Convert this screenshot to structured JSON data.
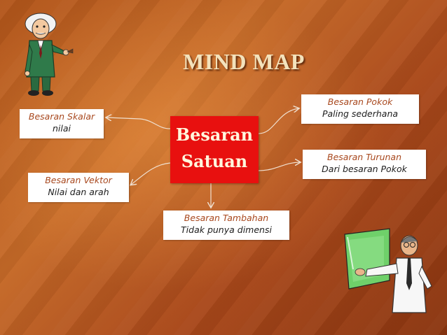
{
  "title": "MIND MAP",
  "center": {
    "line1": "Besaran",
    "line2": "Satuan"
  },
  "nodes": {
    "skalar": {
      "heading": "Besaran Skalar",
      "detail": "nilai"
    },
    "vektor": {
      "heading": "Besaran Vektor",
      "detail": "Nilai dan arah"
    },
    "pokok": {
      "heading": "Besaran Pokok",
      "detail": "Paling sederhana"
    },
    "turunan": {
      "heading": "Besaran Turunan",
      "detail": "Dari besaran Pokok"
    },
    "tambahan": {
      "heading": "Besaran Tambahan",
      "detail": "Tidak punya dimensi"
    }
  },
  "colors": {
    "background": "#b85a1e",
    "title": "#f3e2bc",
    "center_fill": "#e8100f",
    "heading_text": "#a8481e",
    "connector": "#f0e0d0"
  },
  "icons": [
    "einstein-clipart-icon",
    "presenter-clipart-icon"
  ]
}
